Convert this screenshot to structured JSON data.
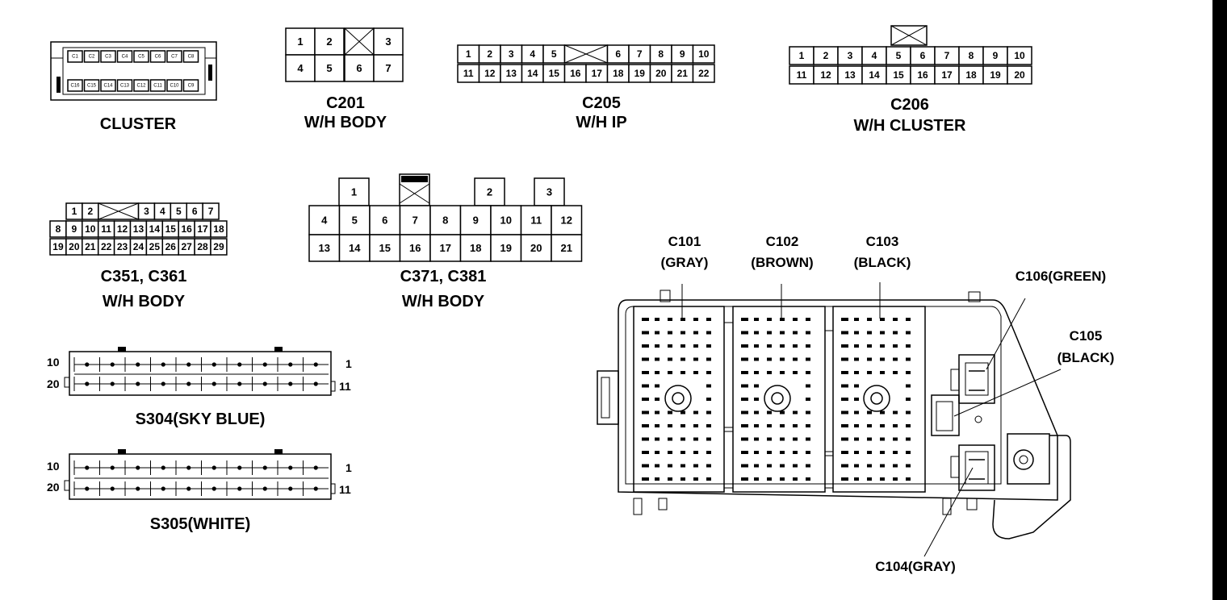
{
  "cluster": {
    "label": "CLUSTER",
    "top_pins": [
      "C1",
      "C2",
      "C3",
      "C4",
      "C5",
      "C6",
      "C7",
      "C8"
    ],
    "bottom_pins": [
      "C16",
      "C15",
      "C14",
      "C13",
      "C12",
      "C11",
      "C10",
      "C9"
    ]
  },
  "c201": {
    "name": "C201",
    "desc": "W/H BODY",
    "top": [
      "1",
      "2",
      "",
      "3"
    ],
    "bottom": [
      "4",
      "5",
      "6",
      "7"
    ]
  },
  "c205": {
    "name": "C205",
    "desc": "W/H IP",
    "top": [
      "1",
      "2",
      "3",
      "4",
      "5",
      "",
      "6",
      "7",
      "8",
      "9",
      "10"
    ],
    "bottom": [
      "11",
      "12",
      "13",
      "14",
      "15",
      "16",
      "17",
      "18",
      "19",
      "20",
      "21",
      "22"
    ]
  },
  "c206": {
    "name": "C206",
    "desc": "W/H CLUSTER",
    "top": [
      "1",
      "2",
      "3",
      "4",
      "5",
      "6",
      "7",
      "8",
      "9",
      "10"
    ],
    "bottom": [
      "11",
      "12",
      "13",
      "14",
      "15",
      "16",
      "17",
      "18",
      "19",
      "20"
    ]
  },
  "c351": {
    "name": "C351, C361",
    "desc": "W/H BODY",
    "row1": [
      "1",
      "2",
      "",
      "3",
      "4",
      "5",
      "6",
      "7"
    ],
    "row2": [
      "8",
      "9",
      "10",
      "11",
      "12",
      "13",
      "14",
      "15",
      "16",
      "17",
      "18"
    ],
    "row3": [
      "19",
      "20",
      "21",
      "22",
      "23",
      "24",
      "25",
      "26",
      "27",
      "28",
      "29"
    ]
  },
  "c371": {
    "name": "C371,  C381",
    "desc": "W/H  BODY",
    "top": [
      "1",
      "2",
      "3"
    ],
    "row2": [
      "4",
      "5",
      "6",
      "7",
      "8",
      "9",
      "10",
      "11",
      "12"
    ],
    "row3": [
      "13",
      "14",
      "15",
      "16",
      "17",
      "18",
      "19",
      "20",
      "21"
    ]
  },
  "s304": {
    "label": "S304(SKY BLUE)",
    "left_top": "10",
    "left_bottom": "20",
    "right_top": "1",
    "right_bottom": "11"
  },
  "s305": {
    "label": "S305(WHITE)",
    "left_top": "10",
    "left_bottom": "20",
    "right_top": "1",
    "right_bottom": "11"
  },
  "block": {
    "c101": "C101",
    "c101_color": "(GRAY)",
    "c102": "C102",
    "c102_color": "(BROWN)",
    "c103": "C103",
    "c103_color": "(BLACK)",
    "c105": "C105",
    "c105_color": "(BLACK)",
    "c106": "C106(GREEN)",
    "c104": "C104(GRAY)"
  }
}
